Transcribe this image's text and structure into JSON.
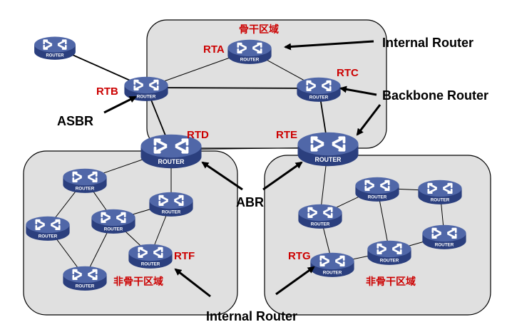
{
  "colors": {
    "area_fill": "#e0e0e0",
    "area_stroke": "#000000",
    "router_top": "#5067a8",
    "router_side": "#2b3f7e",
    "label_red": "#cc0000",
    "label_black": "#000000"
  },
  "areas": {
    "backbone": {
      "label": "骨干区域"
    },
    "left_nonbackbone": {
      "label": "非骨干区域"
    },
    "right_nonbackbone": {
      "label": "非骨干区域"
    }
  },
  "router_text": "ROUTER",
  "router_labels": {
    "rta": "RTA",
    "rtb": "RTB",
    "rtc": "RTC",
    "rtd": "RTD",
    "rte": "RTE",
    "rtf": "RTF",
    "rtg": "RTG"
  },
  "role_labels": {
    "internal_router_top": "Internal Router",
    "backbone_router": "Backbone Router",
    "asbr": "ASBR",
    "abr": "ABR",
    "internal_router_bottom": "Internal Router"
  },
  "routers": [
    {
      "id": "ext",
      "name": ""
    },
    {
      "id": "rta",
      "name": "RTA"
    },
    {
      "id": "rtb",
      "name": "RTB"
    },
    {
      "id": "rtc",
      "name": "RTC"
    },
    {
      "id": "rtd",
      "name": "RTD"
    },
    {
      "id": "rte",
      "name": "RTE"
    },
    {
      "id": "l1",
      "name": ""
    },
    {
      "id": "l2",
      "name": ""
    },
    {
      "id": "l3",
      "name": ""
    },
    {
      "id": "l4",
      "name": ""
    },
    {
      "id": "l5",
      "name": ""
    },
    {
      "id": "rtf",
      "name": "RTF"
    },
    {
      "id": "r1",
      "name": ""
    },
    {
      "id": "r2",
      "name": ""
    },
    {
      "id": "r3",
      "name": ""
    },
    {
      "id": "r4",
      "name": ""
    },
    {
      "id": "r5",
      "name": ""
    },
    {
      "id": "rtg",
      "name": ""
    }
  ],
  "links": [
    [
      "ext",
      "rtb"
    ],
    [
      "rtb",
      "rta"
    ],
    [
      "rta",
      "rtc"
    ],
    [
      "rtb",
      "rtc"
    ],
    [
      "rtb",
      "rtd"
    ],
    [
      "rtc",
      "rte"
    ],
    [
      "rtd",
      "rte"
    ],
    [
      "rtd",
      "l1"
    ],
    [
      "rtd",
      "l4"
    ],
    [
      "l1",
      "l2"
    ],
    [
      "l1",
      "l3"
    ],
    [
      "l2",
      "l5"
    ],
    [
      "l3",
      "l5"
    ],
    [
      "l3",
      "l4"
    ],
    [
      "l3",
      "rtf"
    ],
    [
      "l4",
      "rtf"
    ],
    [
      "rte",
      "r3"
    ],
    [
      "r3",
      "r1"
    ],
    [
      "r1",
      "r2"
    ],
    [
      "r1",
      "r4"
    ],
    [
      "r2",
      "r5"
    ],
    [
      "r5",
      "r4"
    ],
    [
      "r3",
      "rtg"
    ],
    [
      "rtg",
      "r4"
    ]
  ]
}
